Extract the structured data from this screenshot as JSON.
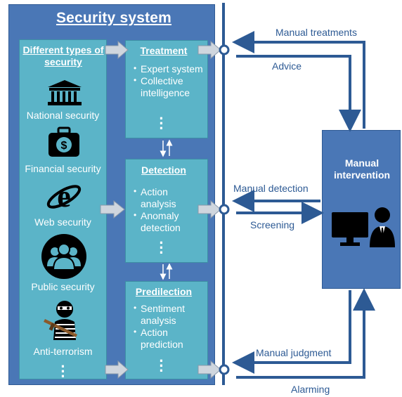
{
  "system_title": "Security system",
  "types": {
    "header": "Different types of security",
    "items": [
      {
        "label": "National security",
        "icon": "government-building-icon"
      },
      {
        "label": "Financial security",
        "icon": "money-briefcase-icon"
      },
      {
        "label": "Web security",
        "icon": "internet-explorer-icon"
      },
      {
        "label": "Public security",
        "icon": "people-group-icon"
      },
      {
        "label": "Anti-terrorism",
        "icon": "terrorist-with-gun-icon"
      }
    ]
  },
  "treatment": {
    "title": "Treatment",
    "items": [
      "Expert system",
      "Collective intelligence"
    ]
  },
  "detection": {
    "title": "Detection",
    "items": [
      "Action analysis",
      "Anomaly detection"
    ]
  },
  "predilection": {
    "title": "Predilection",
    "items": [
      "Sentiment analysis",
      "Action prediction"
    ]
  },
  "manual": {
    "title": "Manual intervention",
    "icon": "computer-user-icon"
  },
  "flows": {
    "manual_treatments": "Manual treatments",
    "advice": "Advice",
    "manual_detection": "Manual detection",
    "screening": "Screening",
    "manual_judgment": "Manual judgment",
    "alarming": "Alarming"
  },
  "colors": {
    "panel_blue": "#4a77b6",
    "box_teal": "#5bb4c8",
    "line_blue": "#2d5a94",
    "text_white": "#ffffff"
  }
}
